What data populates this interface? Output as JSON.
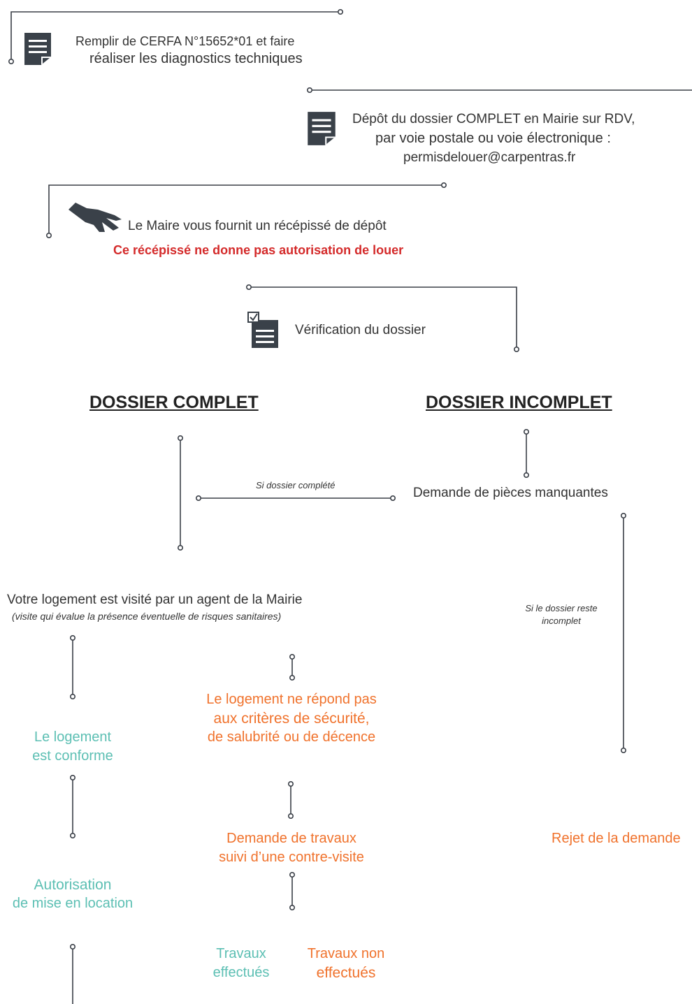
{
  "steps": {
    "step1_line1": "Remplir de CERFA N°15652*01 et faire",
    "step1_line2": "réaliser les diagnostics techniques",
    "step2_line1": "Dépôt du dossier COMPLET en Mairie sur RDV,",
    "step2_line2": "par voie postale ou voie électronique :",
    "step2_line3": "permisdelouer@carpentras.fr",
    "step3_line1": "Le Maire vous fournit un récépissé de dépôt",
    "step3_warning": "Ce récépissé ne donne pas autorisation de louer",
    "step4_label": "Vérification du dossier"
  },
  "branches": {
    "complete_heading": "DOSSIER COMPLET",
    "incomplete_heading": "DOSSIER INCOMPLET",
    "missing_pieces": "Demande de pièces manquantes",
    "completed_note": "Si dossier complété",
    "still_incomplete_note_line1": "Si le dossier reste",
    "still_incomplete_note_line2": "incomplet",
    "rejection": "Rejet de la demande"
  },
  "visit": {
    "line1": "Votre logement est visité par un agent de la Mairie",
    "line2": "(visite qui évalue la présence éventuelle de risques sanitaires)"
  },
  "outcomes": {
    "conforme_line1": "Le logement",
    "conforme_line2": "est conforme",
    "non_conforme_line1": "Le logement ne répond pas",
    "non_conforme_line2": "aux critères de sécurité,",
    "non_conforme_line3": "de salubrité ou de décence",
    "works_line1": "Demande de travaux",
    "works_line2": "suivi d’une contre-visite",
    "authorisation_line1": "Autorisation",
    "authorisation_line2": "de mise en location",
    "works_done_line1": "Travaux",
    "works_done_line2": "effectués",
    "works_not_done_line1": "Travaux non",
    "works_not_done_line2": "effectués"
  },
  "icons": [
    "document-icon",
    "document-icon",
    "hand-icon",
    "checklist-icon"
  ],
  "colors": {
    "line": "#3a3f47",
    "warning_red": "#d42a2a",
    "positive_teal": "#5cbfb3",
    "negative_orange": "#f0722c",
    "icon_dark": "#3a4149"
  }
}
